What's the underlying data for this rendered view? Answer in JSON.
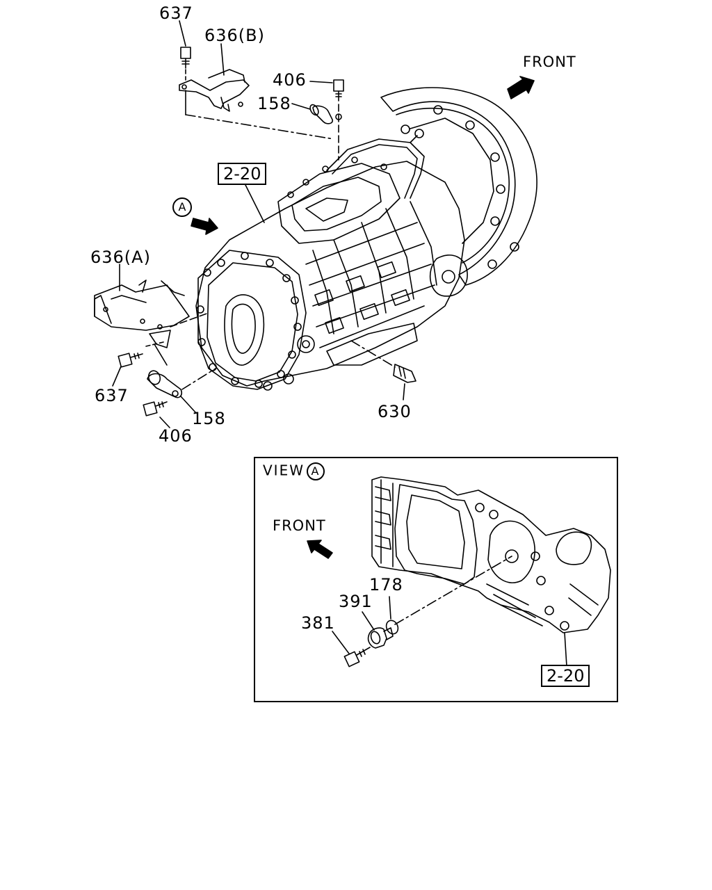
{
  "main_diagram": {
    "callouts": {
      "c637_top": "637",
      "c636b": "636(B)",
      "c406_top": "406",
      "c158_top": "158",
      "c636a": "636(A)",
      "c637_left": "637",
      "c158_bottom": "158",
      "c406_bottom": "406",
      "c630": "630"
    },
    "ref_box": "2-20",
    "front_label": "FRONT",
    "view_marker": "A"
  },
  "view_a": {
    "title": "VIEW",
    "title_marker": "A",
    "front_label": "FRONT",
    "callouts": {
      "c178": "178",
      "c391": "391",
      "c381": "381"
    },
    "ref_box": "2-20"
  },
  "colors": {
    "line": "#000000",
    "background": "#ffffff"
  },
  "icons": [
    "front-arrow-icon",
    "view-arrow-icon",
    "transmission-drawing",
    "bracket-drawing",
    "bolt-drawing",
    "clip-drawing",
    "switch-drawing",
    "sensor-drawing",
    "o-ring-drawing"
  ]
}
